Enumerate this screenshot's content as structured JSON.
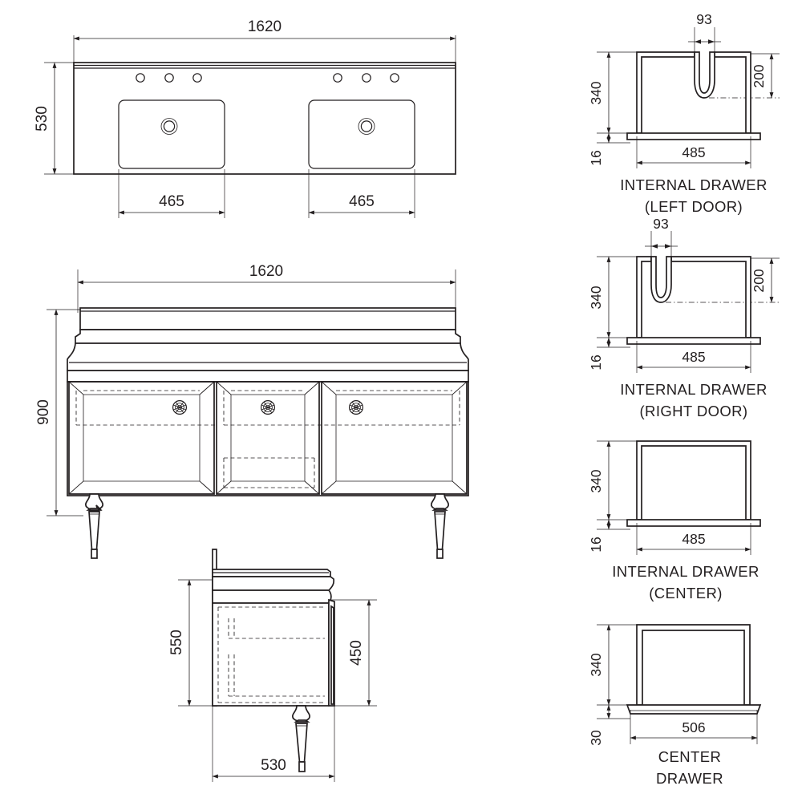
{
  "drawing": {
    "title": "Double Vanity Unit Technical Dimension Drawing",
    "units": "mm",
    "line_color": "#231f20",
    "background_color": "#ffffff"
  },
  "views": {
    "top_view": {
      "name": "countertop-top-view",
      "dimensions": {
        "width": "1620",
        "depth": "530",
        "basin_left_width": "465",
        "basin_right_width": "465"
      },
      "features": {
        "basins": 2,
        "tap_holes_per_basin": 3,
        "drain_rings_per_basin": 2
      }
    },
    "front_view": {
      "name": "cabinet-front-view",
      "dimensions": {
        "width": "1620",
        "height": "900"
      },
      "features": {
        "doors": 3,
        "knobs": 3,
        "legs": 2
      }
    },
    "side_view": {
      "name": "cabinet-side-view",
      "dimensions": {
        "depth": "530",
        "carcass_height": "550",
        "door_height": "450"
      }
    }
  },
  "detail_views": [
    {
      "id": "internal-drawer-left-door",
      "label_line1": "INTERNAL DRAWER",
      "label_line2": "(LEFT DOOR)",
      "dims": {
        "height": "340",
        "base": "16",
        "width": "485",
        "notch_width": "93",
        "notch_depth": "200"
      },
      "notch_side": "right"
    },
    {
      "id": "internal-drawer-right-door",
      "label_line1": "INTERNAL DRAWER",
      "label_line2": "(RIGHT DOOR)",
      "dims": {
        "height": "340",
        "base": "16",
        "width": "485",
        "notch_width": "93",
        "notch_depth": "200"
      },
      "notch_side": "left"
    },
    {
      "id": "internal-drawer-center",
      "label_line1": "INTERNAL DRAWER",
      "label_line2": "(CENTER)",
      "dims": {
        "height": "340",
        "base": "16",
        "width": "485"
      },
      "notch_side": "none"
    },
    {
      "id": "center-drawer",
      "label_line1": "CENTER",
      "label_line2": "DRAWER",
      "dims": {
        "height": "340",
        "base": "30",
        "width": "506"
      },
      "notch_side": "none"
    }
  ],
  "labels": {
    "top_width": "1620",
    "top_depth": "530",
    "basin_left": "465",
    "basin_right": "465",
    "front_width": "1620",
    "front_height": "900",
    "side_depth": "530",
    "side_height": "550",
    "side_door_height": "450",
    "d1_height": "340",
    "d1_base": "16",
    "d1_width": "485",
    "d1_notch_w": "93",
    "d1_notch_d": "200",
    "d1_title_a": "INTERNAL DRAWER",
    "d1_title_b": "(LEFT DOOR)",
    "d2_height": "340",
    "d2_base": "16",
    "d2_width": "485",
    "d2_notch_w": "93",
    "d2_notch_d": "200",
    "d2_title_a": "INTERNAL DRAWER",
    "d2_title_b": "(RIGHT DOOR)",
    "d3_height": "340",
    "d3_base": "16",
    "d3_width": "485",
    "d3_title_a": "INTERNAL DRAWER",
    "d3_title_b": "(CENTER)",
    "d4_height": "340",
    "d4_base": "30",
    "d4_width": "506",
    "d4_title_a": "CENTER",
    "d4_title_b": "DRAWER"
  }
}
